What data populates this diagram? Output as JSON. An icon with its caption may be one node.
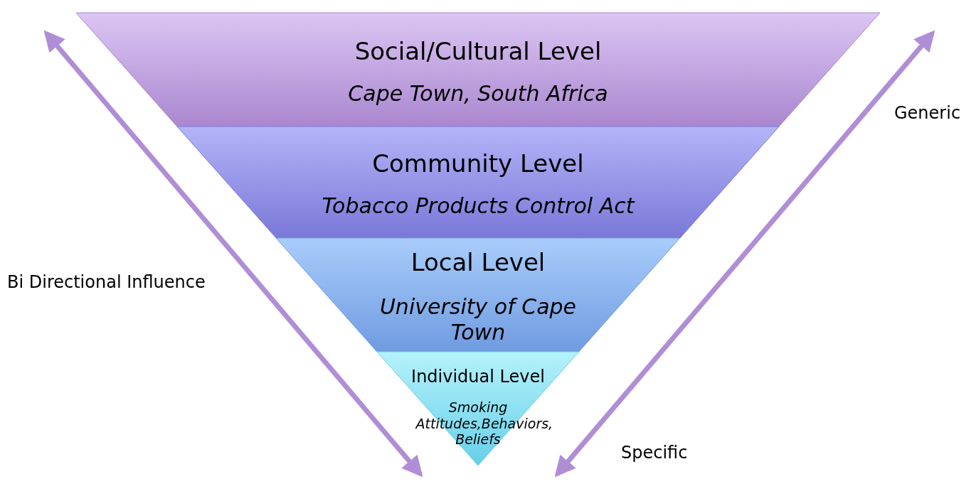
{
  "diagram": {
    "nodes": [
      {
        "text": [
          "Social/Cultural Level",
          "Cape Town, South Africa"
        ]
      },
      {
        "text": [
          "Community Level",
          "Tobacco Products Control Act"
        ]
      },
      {
        "text": [
          "Local Level",
          "University of Cape Town"
        ]
      },
      {
        "text": [
          "Individual Level",
          "Smoking Attitudes,Behaviors, Beliefs"
        ]
      }
    ],
    "labels": [
      "Bi Directional Influence",
      "Generic",
      "Specific"
    ]
  }
}
